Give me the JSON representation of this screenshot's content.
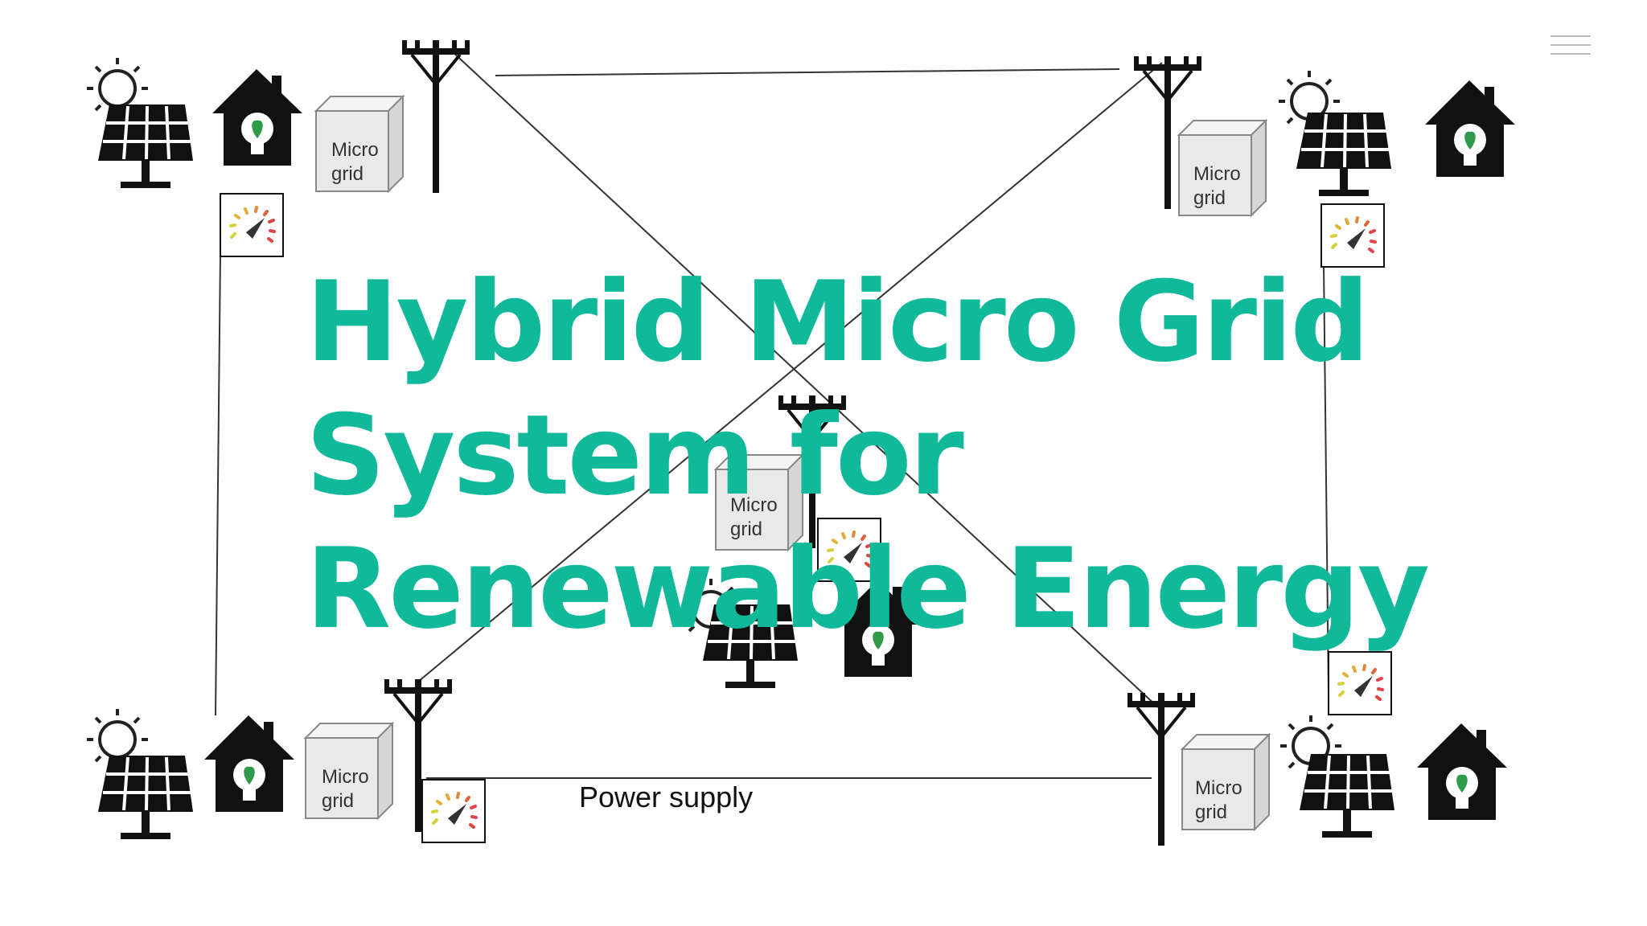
{
  "diagram": {
    "micro_grid_label": [
      "Micro",
      "grid"
    ],
    "power_supply_label": "Power supply"
  },
  "title": {
    "lines": [
      "Hybrid Micro Grid",
      "System for",
      "Renewable Energy"
    ]
  },
  "colors": {
    "accent": "#10b99a",
    "line": "#222222"
  },
  "icons": [
    "sun-icon",
    "solar-panel-icon",
    "house-icon",
    "bulb-icon",
    "micro-grid-box-icon",
    "power-pole-icon",
    "meter-gauge-icon",
    "menu-icon"
  ]
}
